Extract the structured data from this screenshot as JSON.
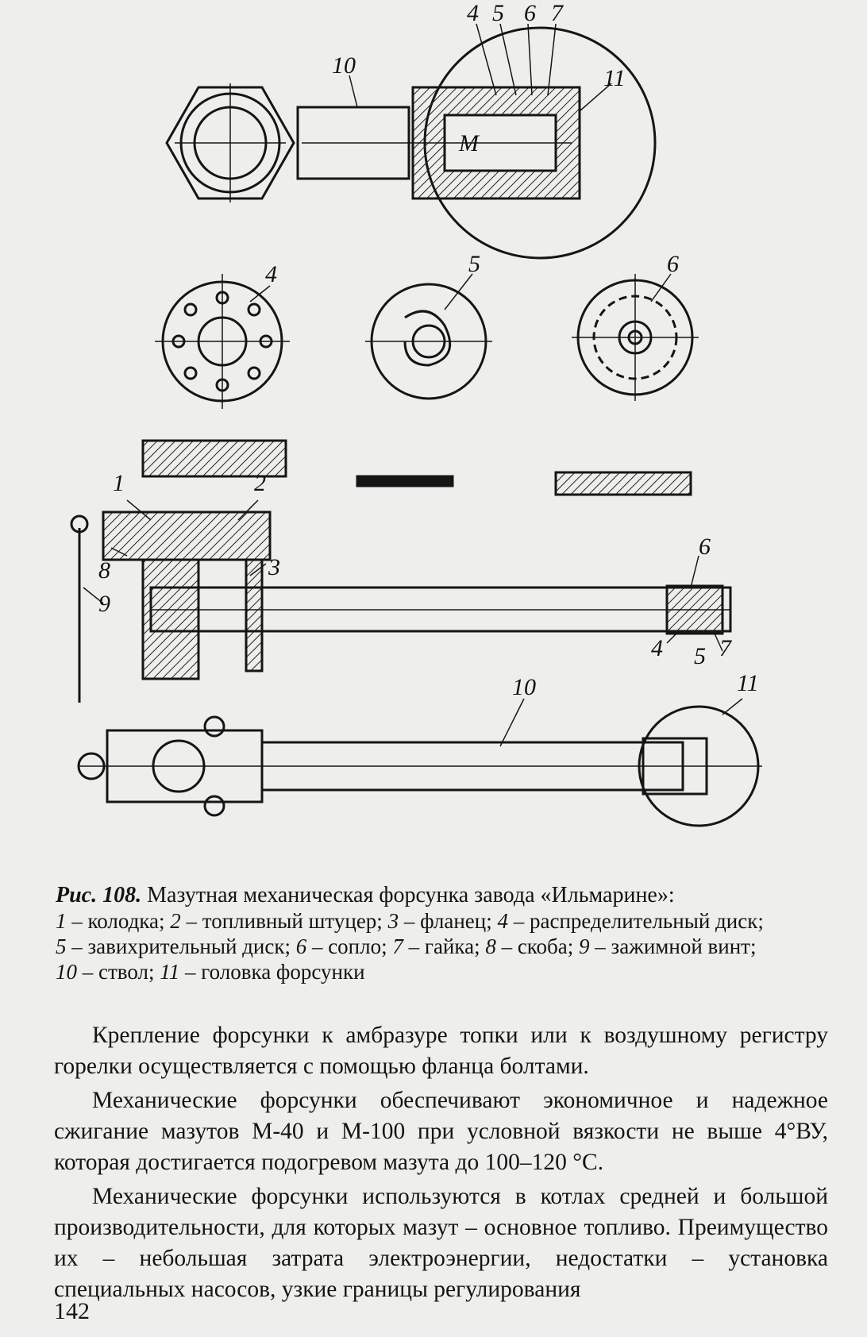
{
  "figure": {
    "callouts": [
      "1",
      "2",
      "3",
      "4",
      "5",
      "6",
      "7",
      "8",
      "9",
      "10",
      "11"
    ],
    "thread_mark": "M"
  },
  "caption": {
    "label": "Рис. 108.",
    "title": "Мазутная  механическая форсунка завода «Ильмарине»:",
    "items": [
      {
        "num": "1",
        "text": " – колодка; "
      },
      {
        "num": "2",
        "text": " – топливный штуцер; "
      },
      {
        "num": "3",
        "text": " – фланец; "
      },
      {
        "num": "4",
        "text": " – распределительный диск;"
      },
      {
        "num": "5",
        "text": " – завихрительный диск; "
      },
      {
        "num": "6",
        "text": " – сопло; "
      },
      {
        "num": "7",
        "text": " – гайка; "
      },
      {
        "num": "8",
        "text": " – скоба; "
      },
      {
        "num": "9",
        "text": " – зажимной винт;"
      },
      {
        "num": "10",
        "text": " – ствол; "
      },
      {
        "num": "11",
        "text": " – головка форсунки"
      }
    ]
  },
  "paragraphs": [
    "Крепление форсунки к амбразуре топки или к воздушному регистру горелки осуществляется с помощью фланца болтами.",
    "Механические форсунки обеспечивают экономичное и надежное сжигание мазутов М-40 и М-100 при условной вязкости не выше 4°ВУ, которая достигается подогревом мазута до 100–120 °С.",
    "Механические форсунки используются в котлах средней и большой производительности, для которых мазут – основное топливо. Преимущество их – небольшая затрата электроэнергии, недостатки – установка специальных насосов, узкие границы регулирования"
  ],
  "page_number": "142"
}
